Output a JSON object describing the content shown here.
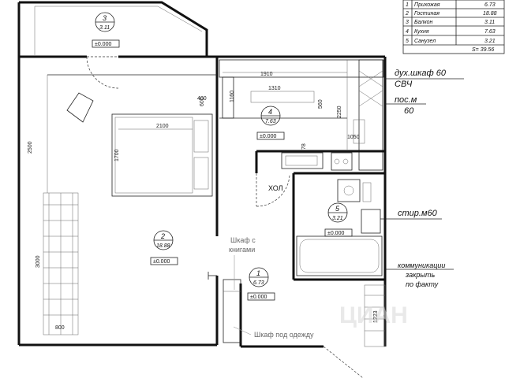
{
  "legend": {
    "rows": [
      {
        "num": "1",
        "name": "Прихожая",
        "area": "6.73"
      },
      {
        "num": "2",
        "name": "Гостиная",
        "area": "18.88"
      },
      {
        "num": "3",
        "name": "Балкон",
        "area": "3.11"
      },
      {
        "num": "4",
        "name": "Кухня",
        "area": "7.63"
      },
      {
        "num": "5",
        "name": "Санузел",
        "area": "3.21"
      }
    ],
    "total": "S= 39.56"
  },
  "rooms": [
    {
      "num": "3",
      "area": "3.11",
      "level": "±0.000"
    },
    {
      "num": "4",
      "area": "7.63",
      "level": "±0.000"
    },
    {
      "num": "5",
      "area": "3.21",
      "level": "±0.000"
    },
    {
      "num": "2",
      "area": "18.88",
      "level": "±0.000"
    },
    {
      "num": "1",
      "area": "6.73",
      "level": "±0.000"
    }
  ],
  "annotations": {
    "oven": "дух.шкаф 60",
    "microwave": "СВЧ",
    "dishwasher_1": "пос.м",
    "dishwasher_2": "60",
    "washer": "стир.м60",
    "comm_1": "коммуникации",
    "comm_2": "закрыть",
    "comm_3": "по факту",
    "hol": "ХОЛ",
    "bookcase_1": "Шкаф с",
    "bookcase_2": "книгами",
    "wardrobe": "Шкаф под одежду"
  },
  "dimensions": {
    "d1910": "1910",
    "d1310": "1310",
    "d560": "560",
    "d1160": "1160",
    "d2250": "2250",
    "d400": "400",
    "d600": "600",
    "d2100": "2100",
    "d1700": "1700",
    "d2500": "2500",
    "d3000": "3000",
    "d800": "800",
    "d1050": "1050",
    "d78": "78",
    "d1223": "1223"
  },
  "watermark": "ЦИАН"
}
